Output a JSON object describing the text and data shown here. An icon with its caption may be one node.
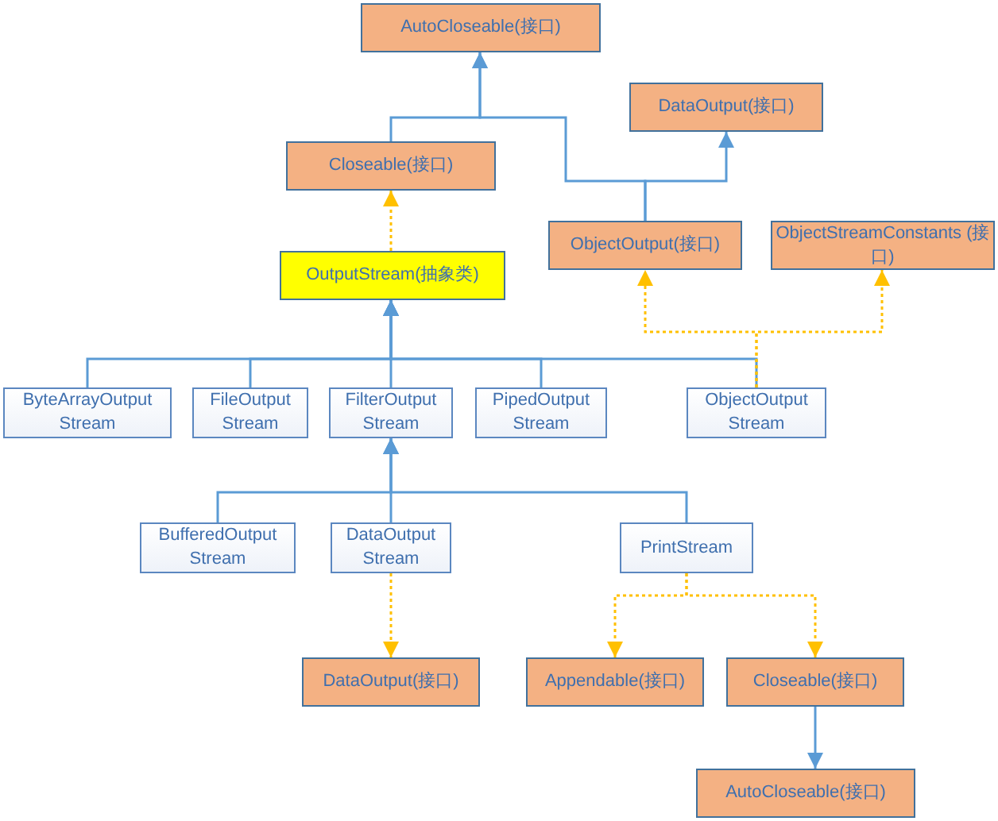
{
  "diagram": {
    "nodes": [
      {
        "text": [
          "AutoCloseable(接口)"
        ]
      },
      {
        "text": [
          "DataOutput(接口)"
        ]
      },
      {
        "text": [
          "Closeable(接口)"
        ]
      },
      {
        "text": [
          "ObjectOutput(接口)"
        ]
      },
      {
        "text": [
          "ObjectStreamConstants (接口)"
        ]
      },
      {
        "text": [
          "OutputStream(抽象类)"
        ]
      },
      {
        "text": [
          "ByteArrayOutput Stream"
        ]
      },
      {
        "text": [
          "FileOutput Stream"
        ]
      },
      {
        "text": [
          "FilterOutput Stream"
        ]
      },
      {
        "text": [
          "PipedOutput Stream"
        ]
      },
      {
        "text": [
          "ObjectOutput Stream"
        ]
      },
      {
        "text": [
          "BufferedOutput Stream"
        ]
      },
      {
        "text": [
          "DataOutput Stream"
        ]
      },
      {
        "text": [
          "PrintStream"
        ]
      },
      {
        "text": [
          "DataOutput(接口)"
        ]
      },
      {
        "text": [
          "Appendable(接口)"
        ]
      },
      {
        "text": [
          "Closeable(接口)"
        ]
      },
      {
        "text": [
          "AutoCloseable(接口)"
        ]
      }
    ],
    "edges": [
      {
        "from": 2,
        "to": 0,
        "arrow": "to"
      },
      {
        "from": 3,
        "to": 0,
        "arrow": "to"
      },
      {
        "from": 3,
        "to": 1,
        "arrow": "to"
      },
      {
        "from": 5,
        "to": 2,
        "arrow": "to",
        "style": "dashed",
        "color": "#ffc000"
      },
      {
        "from": 6,
        "to": 5,
        "arrow": "to"
      },
      {
        "from": 7,
        "to": 5,
        "arrow": "to"
      },
      {
        "from": 8,
        "to": 5,
        "arrow": "to"
      },
      {
        "from": 9,
        "to": 5,
        "arrow": "to"
      },
      {
        "from": 10,
        "to": 5,
        "arrow": "to"
      },
      {
        "from": 10,
        "to": 3,
        "arrow": "to",
        "style": "dashed",
        "color": "#ffc000"
      },
      {
        "from": 10,
        "to": 4,
        "arrow": "to",
        "style": "dashed",
        "color": "#ffc000"
      },
      {
        "from": 11,
        "to": 8,
        "arrow": "to"
      },
      {
        "from": 12,
        "to": 8,
        "arrow": "to"
      },
      {
        "from": 13,
        "to": 8,
        "arrow": "to"
      },
      {
        "from": 12,
        "to": 14,
        "arrow": "to",
        "style": "dashed",
        "color": "#ffc000"
      },
      {
        "from": 13,
        "to": 15,
        "arrow": "to",
        "style": "dashed",
        "color": "#ffc000"
      },
      {
        "from": 13,
        "to": 16,
        "arrow": "to",
        "style": "dashed",
        "color": "#ffc000"
      },
      {
        "from": 16,
        "to": 17,
        "arrow": "to"
      }
    ]
  }
}
